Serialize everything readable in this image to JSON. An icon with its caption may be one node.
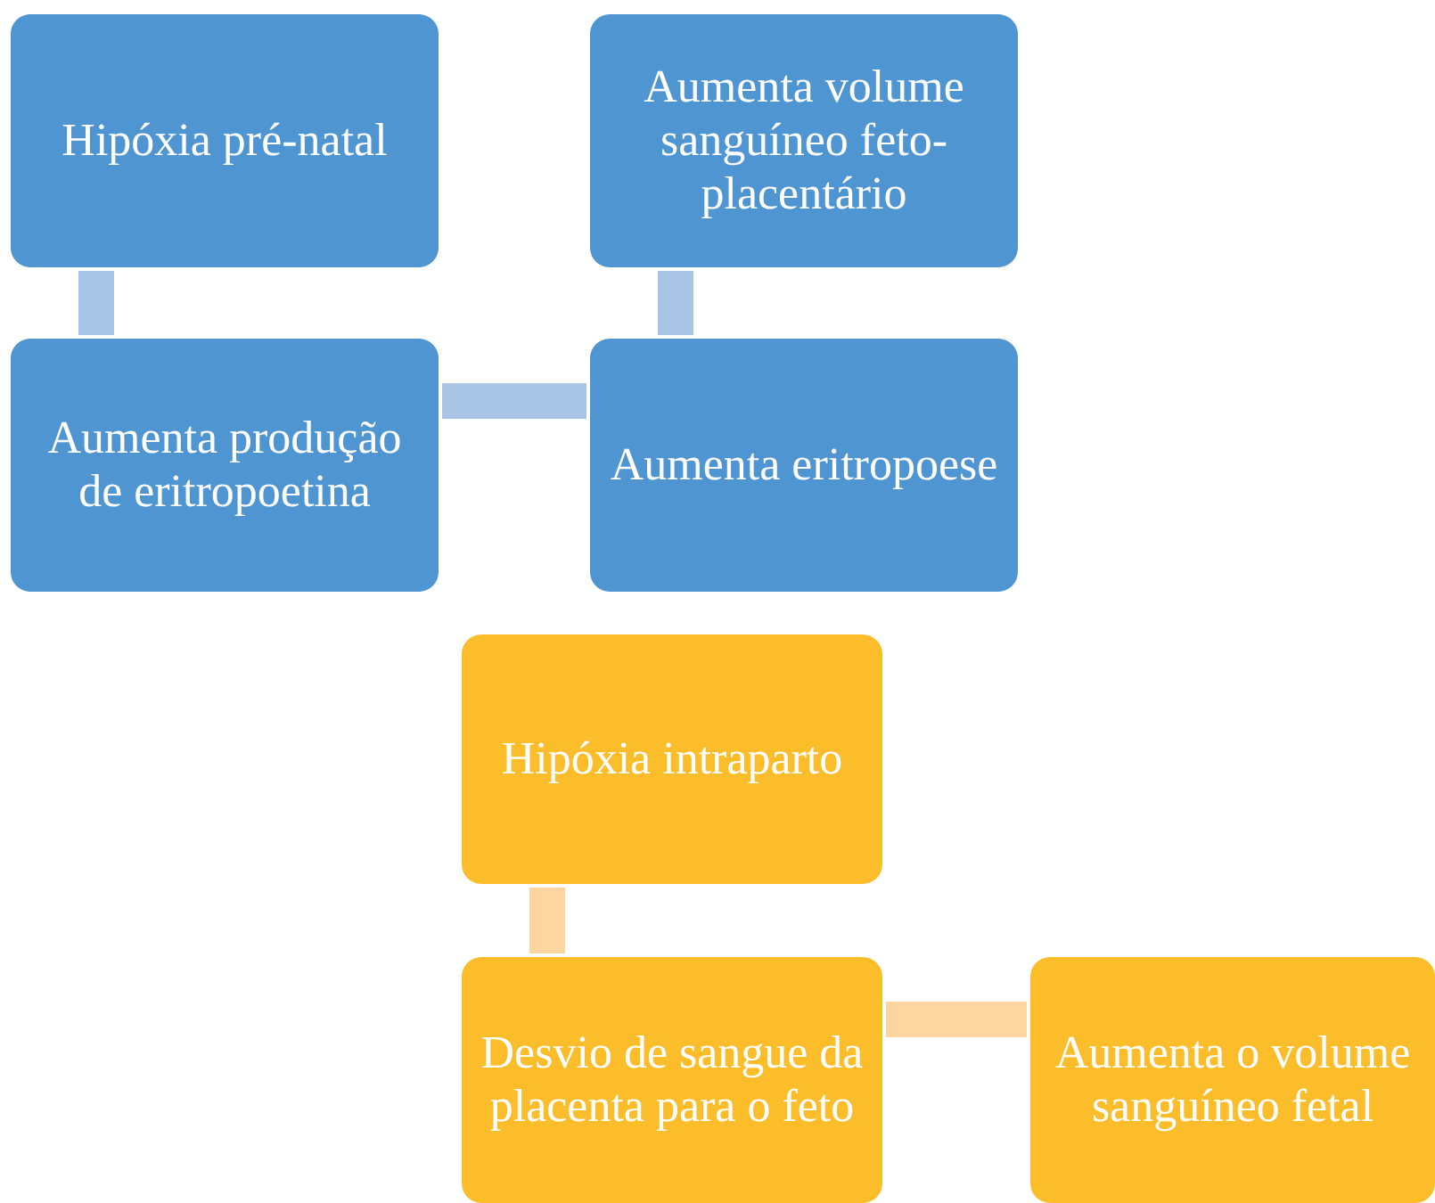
{
  "diagram": {
    "nodes": [
      {
        "text": [
          "Hipóxia pré-natal"
        ]
      },
      {
        "text": [
          "Aumenta volume sanguíneo feto-placentário"
        ]
      },
      {
        "text": [
          "Aumenta produção de eritropoetina"
        ]
      },
      {
        "text": [
          "Aumenta eritropoese"
        ]
      },
      {
        "text": [
          "Hipóxia intraparto"
        ]
      },
      {
        "text": [
          "Desvio de sangue da placenta para o feto"
        ]
      },
      {
        "text": [
          "Aumenta o volume sanguíneo fetal"
        ]
      }
    ],
    "edges": [
      {
        "from": 0,
        "to": 2,
        "arrow": "none"
      },
      {
        "from": 2,
        "to": 3,
        "arrow": "none"
      },
      {
        "from": 3,
        "to": 1,
        "arrow": "none"
      },
      {
        "from": 4,
        "to": 5,
        "arrow": "none",
        "color": "#fdd5a1"
      },
      {
        "from": 5,
        "to": 6,
        "arrow": "none",
        "color": "#fdd5a1"
      }
    ]
  }
}
